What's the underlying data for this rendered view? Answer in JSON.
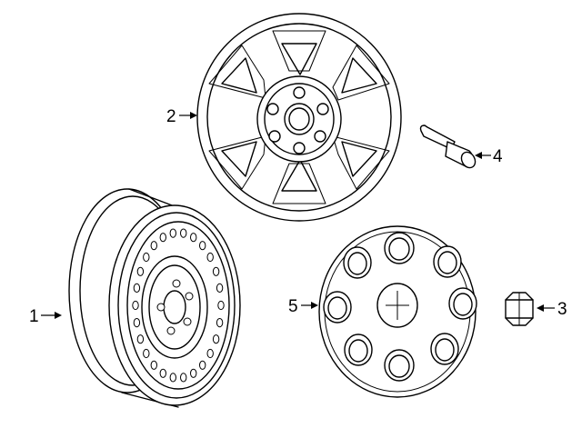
{
  "parts": [
    {
      "id": "steel-wheel",
      "number": "1"
    },
    {
      "id": "alloy-wheel",
      "number": "2"
    },
    {
      "id": "lug-nut",
      "number": "3"
    },
    {
      "id": "valve-stem",
      "number": "4"
    },
    {
      "id": "center-cap",
      "number": "5"
    }
  ]
}
